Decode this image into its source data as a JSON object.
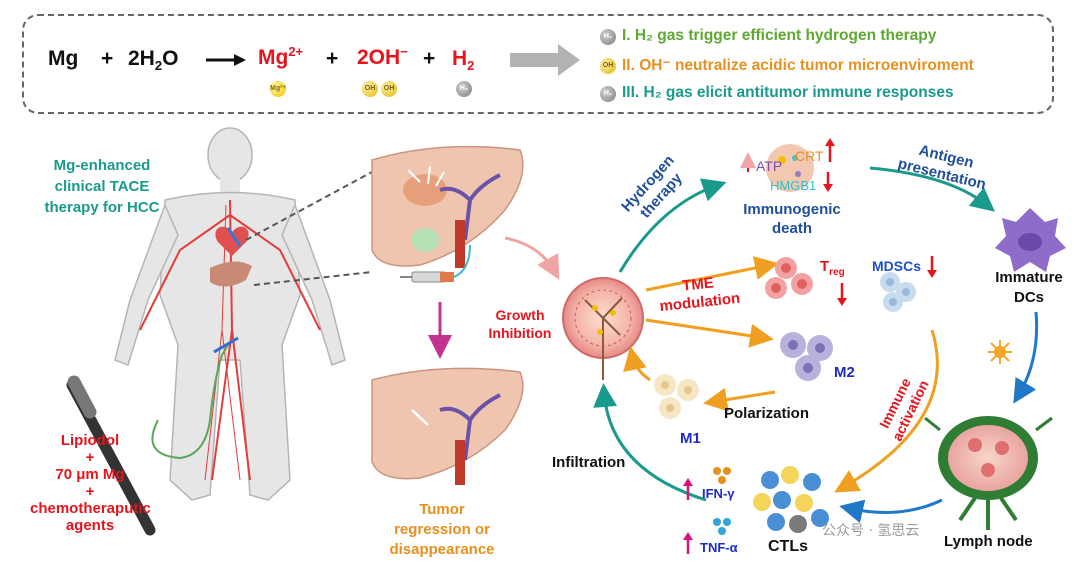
{
  "equation": {
    "mg": "Mg",
    "plus1": "+",
    "water_coef": "2H",
    "water_sub": "2",
    "water_o": "O",
    "mg_ion": "Mg",
    "mg_ion_sup": "2+",
    "plus2": "+",
    "hydroxide": "2OH",
    "hydroxide_sup": "−",
    "plus3": "+",
    "h2": "H",
    "h2_sub": "2",
    "coin_mg": "Mg²⁺",
    "coin_oh": "OH",
    "coin_h2": "H₂"
  },
  "benefits": [
    {
      "text": "I. H₂ gas trigger efficient hydrogen therapy",
      "color": "#5fa832"
    },
    {
      "text": "II. OH⁻ neutralize acidic tumor microenviroment",
      "color": "#e8901e"
    },
    {
      "text": "III. H₂ gas elicit antitumor immune responses",
      "color": "#1a9a8c"
    }
  ],
  "labels": {
    "therapy_title_1": "Mg-enhanced",
    "therapy_title_2": "clinical TACE",
    "therapy_title_3": "therapy for HCC",
    "injection_1": "Lipiodol",
    "injection_2": "+",
    "injection_3": "70 μm Mg",
    "injection_4": "+",
    "injection_5": "chemotheraputic",
    "injection_6": "agents",
    "tumor_regression_1": "Tumor",
    "tumor_regression_2": "regression or",
    "tumor_regression_3": "disappearance",
    "growth_1": "Growth",
    "growth_2": "Inhibition",
    "hydrogen_1": "Hydrogen",
    "hydrogen_2": "therapy",
    "immunogenic_1": "Immunogenic",
    "immunogenic_2": "death",
    "atp": "ATP",
    "crt": "CRT",
    "hmgb1": "HMGB1",
    "antigen_1": "Antigen",
    "antigen_2": "presentation",
    "immature_1": "Immature",
    "immature_2": "DCs",
    "tme_1": "TME",
    "tme_2": "modulation",
    "treg": "T",
    "treg_sub": "reg",
    "mdscs": "MDSCs",
    "m2": "M2",
    "m1": "M1",
    "polarization": "Polarization",
    "immune_1": "Immune",
    "immune_2": "activation",
    "infiltration": "Infiltration",
    "ifn": "IFN-γ",
    "tnf": "TNF-α",
    "ctls": "CTLs",
    "lymph": "Lymph node",
    "watermark": "公众号 · 氢思云"
  }
}
